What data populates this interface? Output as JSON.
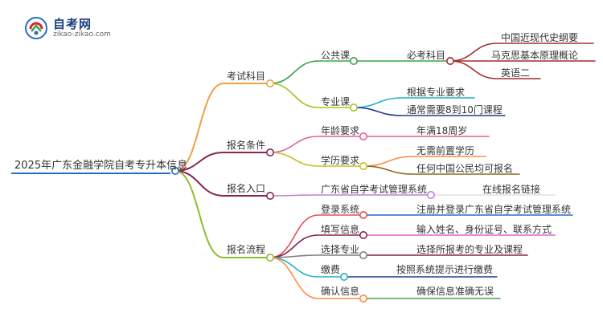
{
  "brand": {
    "name": "自考网",
    "url": "zikao-zikao.com",
    "colors": {
      "red": "#d9262b",
      "blue": "#2a6cc4",
      "green": "#3aa64a"
    }
  },
  "mindmap": {
    "root": "2025年广东金融学院自考专升本信息",
    "branches": [
      {
        "label": "考试科目",
        "children": [
          {
            "label": "公共课",
            "children": [
              {
                "label": "必考科目",
                "children": [
                  "中国近现代史纲要",
                  "马克思基本原理概论",
                  "英语二"
                ]
              }
            ]
          },
          {
            "label": "专业课",
            "children": [
              "根据专业要求",
              "通常需要8到10门课程"
            ]
          }
        ]
      },
      {
        "label": "报名条件",
        "children": [
          {
            "label": "年龄要求",
            "children": [
              "年满18周岁"
            ]
          },
          {
            "label": "学历要求",
            "children": [
              "无需前置学历",
              "任何中国公民均可报名"
            ]
          }
        ]
      },
      {
        "label": "报名入口",
        "children": [
          {
            "label": "广东省自学考试管理系统",
            "children": [
              "在线报名链接"
            ]
          }
        ]
      },
      {
        "label": "报名流程",
        "children": [
          {
            "label": "登录系统",
            "children": [
              "注册并登录广东省自学考试管理系统"
            ]
          },
          {
            "label": "填写信息",
            "children": [
              "输入姓名、身份证号、联系方式"
            ]
          },
          {
            "label": "选择专业",
            "children": [
              "选择所报考的专业及课程"
            ]
          },
          {
            "label": "缴费",
            "children": [
              "按照系统提示进行缴费"
            ]
          },
          {
            "label": "确认信息",
            "children": [
              "确保信息准确无误"
            ]
          }
        ]
      }
    ]
  },
  "edge_colors": {
    "root_to_exam": "#f0a040",
    "root_to_cond": "#8b2252",
    "root_to_entry": "#8b2252",
    "root_to_flow": "#8fbc2a",
    "exam_public": "#3aa64a",
    "public_required": "#3aa64a",
    "req_c1": "#a52a2a",
    "req_c2": "#a52a2a",
    "req_c3": "#a52a2a",
    "exam_major": "#a8c020",
    "major_c1": "#20b2c8",
    "major_c2": "#1e3f8a",
    "cond_age": "#e0609a",
    "age_c1": "#e0609a",
    "cond_edu": "#c8c020",
    "edu_c1": "#ff8c40",
    "edu_c2": "#8b6a20",
    "entry_sys": "#c080d0",
    "sys_c1": "#e0e0e0",
    "flow_login": "#e05050",
    "login_c1": "#2a6cc4",
    "flow_fill": "#8b2252",
    "fill_c1": "#e060d0",
    "flow_select": "#808080",
    "select_c1": "#8b2252",
    "flow_pay": "#20b2c8",
    "pay_c1": "#1e3f8a",
    "flow_confirm": "#ff8c40",
    "confirm_c1": "#3aa64a"
  }
}
